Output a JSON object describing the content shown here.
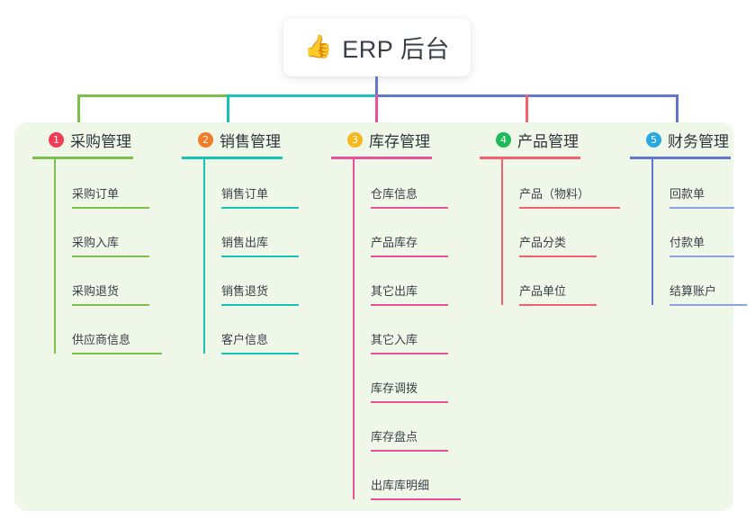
{
  "root": {
    "icon": "thumbs-up-icon",
    "emoji": "👍",
    "title": "ERP 后台"
  },
  "colors": {
    "panel_bg": "#eff7e8",
    "text": "#3b4048",
    "branch_green": "#7dbe4c",
    "branch_teal": "#17c3b2",
    "branch_pink": "#e8509a",
    "branch_red": "#f4616a",
    "branch_blue": "#6176cf",
    "badge_1": "#ef3d56",
    "badge_2": "#f07b28",
    "badge_3": "#f5b91e",
    "badge_4": "#1eb858",
    "badge_5": "#29a9e0"
  },
  "branches": [
    {
      "number": "1",
      "title": "采购管理",
      "badge_color": "#ef3d56",
      "line_color": "#7dbe4c",
      "items": [
        "采购订单",
        "采购入库",
        "采购退货",
        "供应商信息"
      ]
    },
    {
      "number": "2",
      "title": "销售管理",
      "badge_color": "#f07b28",
      "line_color": "#17c3b2",
      "items": [
        "销售订单",
        "销售出库",
        "销售退货",
        "客户信息"
      ]
    },
    {
      "number": "3",
      "title": "库存管理",
      "badge_color": "#f5b91e",
      "line_color": "#e8509a",
      "items": [
        "仓库信息",
        "产品库存",
        "其它出库",
        "其它入库",
        "库存调拨",
        "库存盘点",
        "出库库明细"
      ]
    },
    {
      "number": "4",
      "title": "产品管理",
      "badge_color": "#1eb858",
      "line_color": "#f4616a",
      "items": [
        "产品（物料）",
        "产品分类",
        "产品单位"
      ]
    },
    {
      "number": "5",
      "title": "财务管理",
      "badge_color": "#29a9e0",
      "line_color": "#6176cf",
      "items": [
        "回款单",
        "付款单",
        "结算账户"
      ]
    }
  ],
  "chart_data": {
    "type": "diagram",
    "diagram_kind": "mind-map",
    "title": "ERP 后台",
    "root": "ERP 后台",
    "branch_count": 5,
    "leaf_counts": [
      4,
      4,
      7,
      3,
      3
    ],
    "orientation": "top-down",
    "nodes": [
      {
        "level": 0,
        "label": "ERP 后台",
        "parent": null
      },
      {
        "level": 1,
        "label": "采购管理",
        "parent": "ERP 后台"
      },
      {
        "level": 1,
        "label": "销售管理",
        "parent": "ERP 后台"
      },
      {
        "level": 1,
        "label": "库存管理",
        "parent": "ERP 后台"
      },
      {
        "level": 1,
        "label": "产品管理",
        "parent": "ERP 后台"
      },
      {
        "level": 1,
        "label": "财务管理",
        "parent": "ERP 后台"
      }
    ]
  }
}
